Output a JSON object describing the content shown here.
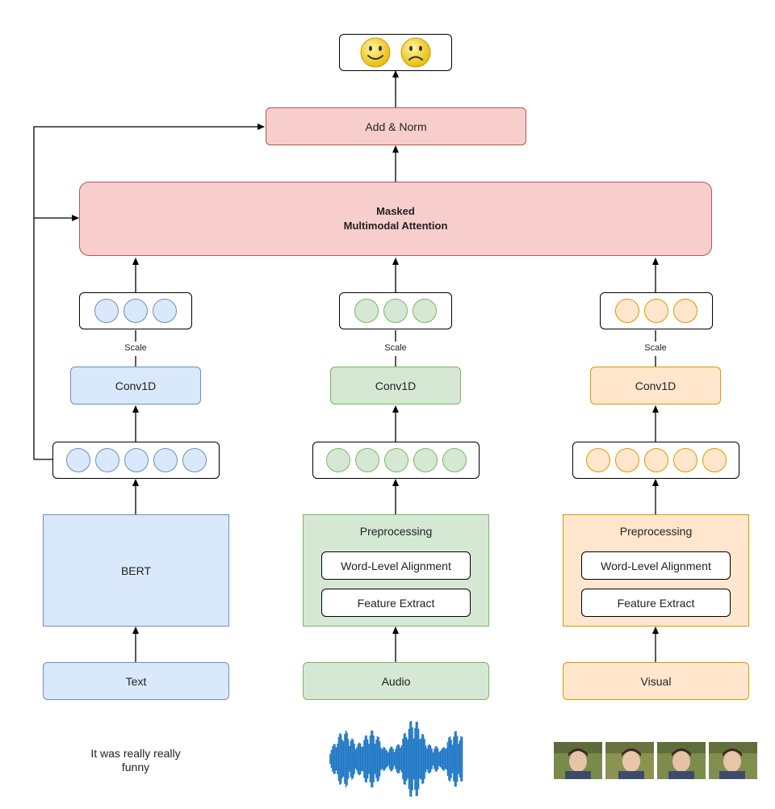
{
  "output": {
    "emotions": [
      "positive",
      "negative"
    ]
  },
  "add_norm": {
    "label": "Add & Norm"
  },
  "attention": {
    "line1": "Masked",
    "line2": "Multimodal Attention"
  },
  "branches": [
    {
      "key": "text",
      "scale_label": "Scale",
      "conv_label": "Conv1D",
      "encoder_label": "BERT",
      "input_label": "Text",
      "caption_line1": "It was really really",
      "caption_line2": "funny",
      "color": "#dae8fc"
    },
    {
      "key": "audio",
      "scale_label": "Scale",
      "conv_label": "Conv1D",
      "encoder_title": "Preprocessing",
      "step1": "Word-Level Alignment",
      "step2": "Feature Extract",
      "input_label": "Audio",
      "color": "#d5e8d4"
    },
    {
      "key": "visual",
      "scale_label": "Scale",
      "conv_label": "Conv1D",
      "encoder_title": "Preprocessing",
      "step1": "Word-Level Alignment",
      "step2": "Feature Extract",
      "input_label": "Visual",
      "color": "#ffe6cc"
    }
  ]
}
